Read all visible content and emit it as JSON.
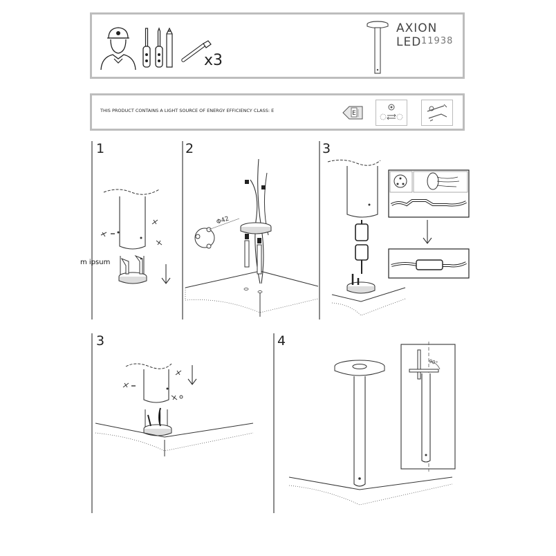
{
  "product": {
    "title": "AXION LED",
    "code": "11938",
    "screw_count": "x3"
  },
  "energy_notice": {
    "text": "THIS PRODUCT CONTAINS A LIGHT SOURCE OF ENERGY EFFICIENCY CLASS: E",
    "label_class": "E"
  },
  "steps": [
    {
      "number": "1",
      "caption": "m ipsum"
    },
    {
      "number": "2",
      "dimension": "Φ42"
    },
    {
      "number": "3"
    },
    {
      "number": "3"
    },
    {
      "number": "4",
      "angle": "90°"
    }
  ],
  "icons": [
    "installer-icon",
    "screwdriver-flat-icon",
    "screwdriver-phillips-icon",
    "pencil-icon",
    "screw-icon",
    "energy-label-icon",
    "remote-control-icon",
    "installation-icon"
  ]
}
